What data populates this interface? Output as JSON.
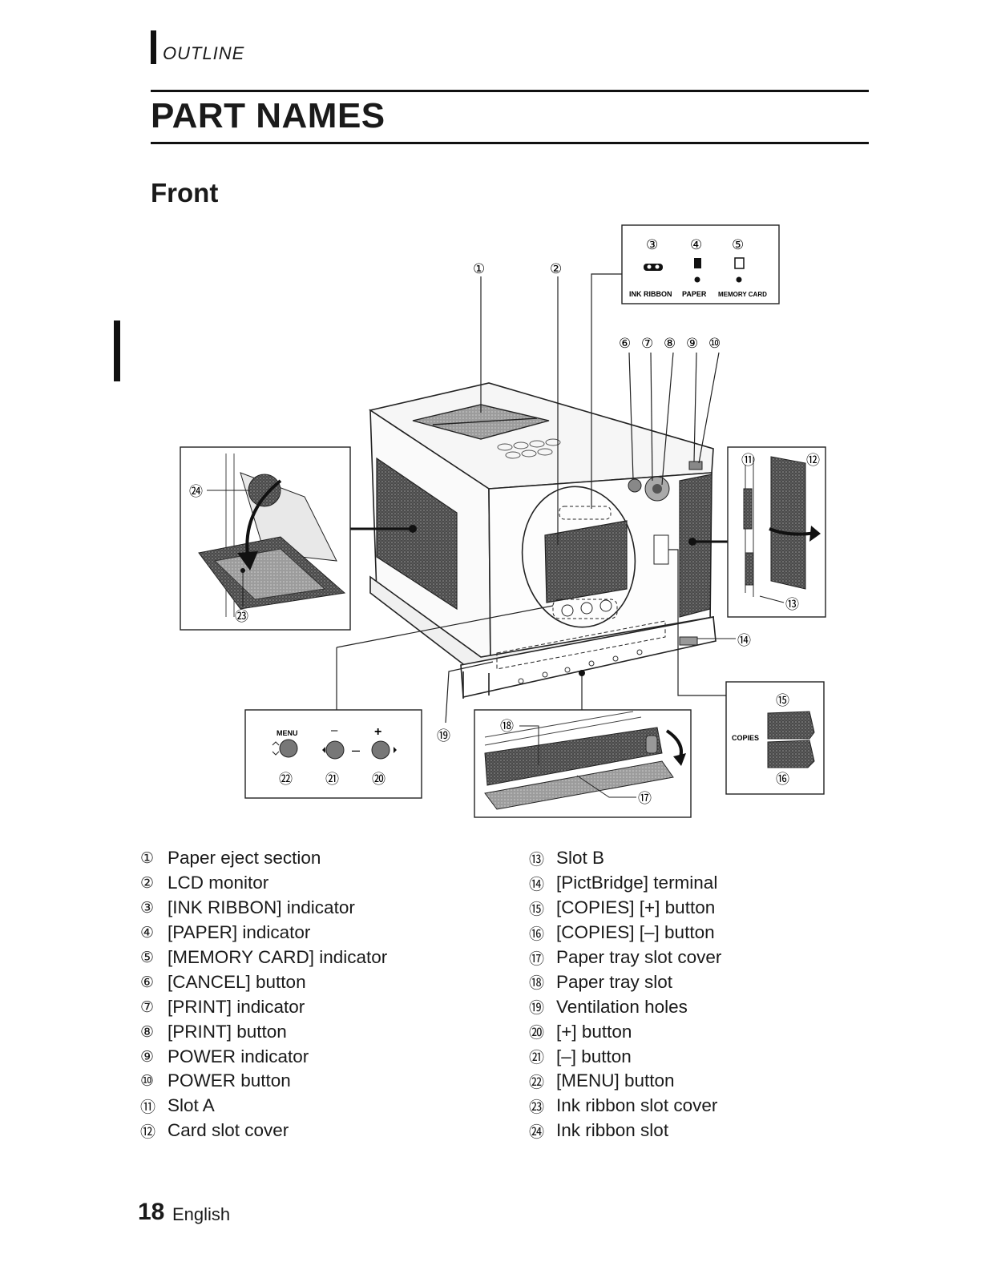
{
  "header": {
    "section": "OUTLINE",
    "title": "PART NAMES",
    "subtitle": "Front"
  },
  "diagram": {
    "indicator_panel": {
      "labels": [
        "INK RIBBON",
        "PAPER",
        "MEMORY CARD"
      ]
    },
    "menu_panel": {
      "menu_label": "MENU",
      "minus_symbol": "–",
      "plus_symbol": "+",
      "dash": "–"
    },
    "copies_panel": {
      "label": "COPIES"
    },
    "callouts": [
      "①",
      "②",
      "③",
      "④",
      "⑤",
      "⑥",
      "⑦",
      "⑧",
      "⑨",
      "⑩",
      "⑪",
      "⑫",
      "⑬",
      "⑭",
      "⑮",
      "⑯",
      "⑰",
      "⑱",
      "⑲",
      "⑳",
      "㉑",
      "㉒",
      "㉓",
      "㉔"
    ]
  },
  "parts_left": [
    {
      "num": "①",
      "name": "Paper eject section"
    },
    {
      "num": "②",
      "name": "LCD monitor"
    },
    {
      "num": "③",
      "name": "[INK RIBBON] indicator"
    },
    {
      "num": "④",
      "name": "[PAPER] indicator"
    },
    {
      "num": "⑤",
      "name": "[MEMORY CARD] indicator"
    },
    {
      "num": "⑥",
      "name": "[CANCEL] button"
    },
    {
      "num": "⑦",
      "name": "[PRINT] indicator"
    },
    {
      "num": "⑧",
      "name": "[PRINT] button"
    },
    {
      "num": "⑨",
      "name": "POWER indicator"
    },
    {
      "num": "⑩",
      "name": "POWER button"
    },
    {
      "num": "⑪",
      "name": "Slot A"
    },
    {
      "num": "⑫",
      "name": "Card slot cover"
    }
  ],
  "parts_right": [
    {
      "num": "⑬",
      "name": "Slot B"
    },
    {
      "num": "⑭",
      "name": "[PictBridge] terminal"
    },
    {
      "num": "⑮",
      "name": "[COPIES] [+] button"
    },
    {
      "num": "⑯",
      "name": "[COPIES] [–] button"
    },
    {
      "num": "⑰",
      "name": "Paper tray slot cover"
    },
    {
      "num": "⑱",
      "name": "Paper tray slot"
    },
    {
      "num": "⑲",
      "name": "Ventilation holes"
    },
    {
      "num": "⑳",
      "name": "[+] button"
    },
    {
      "num": "㉑",
      "name": "[–] button"
    },
    {
      "num": "㉒",
      "name": "[MENU] button"
    },
    {
      "num": "㉓",
      "name": "Ink ribbon slot cover"
    },
    {
      "num": "㉔",
      "name": "Ink ribbon slot"
    }
  ],
  "footer": {
    "page_number": "18",
    "language": "English"
  }
}
